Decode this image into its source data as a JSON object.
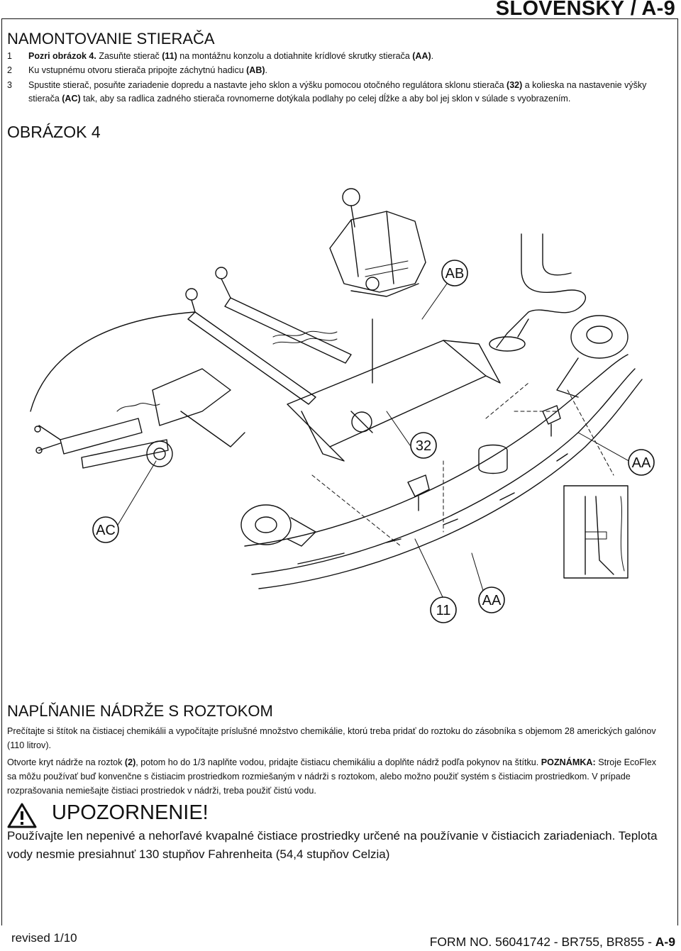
{
  "header": {
    "language_page": "SLOVENSKÝ / A-9"
  },
  "section1": {
    "title": "NAMONTOVANIE STIERAČA",
    "steps": [
      {
        "num": "1",
        "parts": [
          "Pozri obrázok 4.",
          "  Zasuňte stierač ",
          "(11)",
          " na montážnu konzolu a dotiahnite krídlové skrutky stierača ",
          "(AA)",
          "."
        ]
      },
      {
        "num": "2",
        "parts": [
          "Ku vstupnému otvoru stierača pripojte záchytnú hadicu ",
          "(AB)",
          "."
        ]
      },
      {
        "num": "3",
        "parts": [
          "Spustite stierač, posuňte zariadenie dopredu a nastavte jeho sklon a výšku pomocou otočného regulátora sklonu stierača ",
          "(32)",
          " a kolieska na nastavenie výšky stierača ",
          "(AC)",
          " tak, aby sa radlica zadného stierača rovnomerne dotýkala podlahy po celej dĺžke a aby bol jej sklon v súlade s vyobrazením."
        ]
      }
    ]
  },
  "figure": {
    "title": "OBRÁZOK 4",
    "callouts": [
      "AB",
      "32",
      "AA",
      "AC",
      "11",
      "AA"
    ]
  },
  "section2": {
    "title": "NAPĹŇANIE NÁDRŽE S ROZTOKOM",
    "para1": "Prečítajte si štítok na čistiacej chemikálii a vypočítajte príslušné množstvo chemikálie, ktorú treba pridať do roztoku do zásobníka s objemom 28 amerických galónov (110 litrov).",
    "para2_parts": [
      "Otvorte kryt nádrže na roztok ",
      "(2)",
      ", potom ho do 1/3 naplňte vodou, pridajte čistiacu chemikáliu a doplňte nádrž podľa pokynov na štítku.  ",
      "POZNÁMKA:",
      " Stroje EcoFlex sa môžu používať buď konvenčne s čistiacim prostriedkom rozmiešaným v nádrži s  roztokom, alebo možno použiť systém s čistiacim prostriedkom.  V prípade rozprašovania nemiešajte čistiaci prostriedok v nádrži, treba použiť čistú vodu."
    ]
  },
  "warning": {
    "title": "UPOZORNENIE!",
    "text": "Používajte len nepenivé a nehorľavé kvapalné čistiace prostriedky určené na používanie v čistiacich zariadeniach.  Teplota vody nesmie presiahnuť 130 stupňov Fahrenheita (54,4 stupňov Celzia)"
  },
  "footer": {
    "revised": "revised 1/10",
    "form_prefix": "FORM NO. 56041742 - BR755, BR855 - ",
    "form_page": "A-9"
  }
}
